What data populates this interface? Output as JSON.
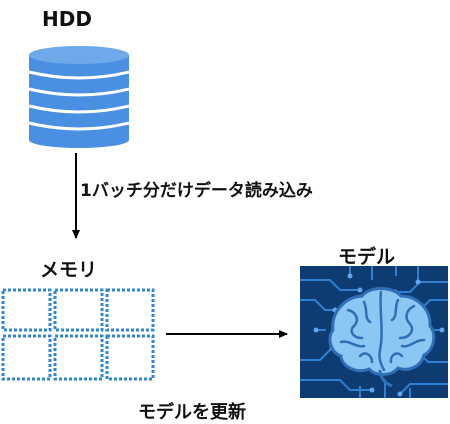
{
  "storage": {
    "label": "HDD",
    "icon": "database-icon"
  },
  "load_step": {
    "label": "1バッチ分だけデータ読み込み"
  },
  "memory": {
    "label": "メモリ",
    "icon": "memory-grid-icon",
    "cells": 6
  },
  "model": {
    "label": "モデル",
    "icon": "brain-circuit-icon"
  },
  "update_step": {
    "label": "モデルを更新"
  },
  "colors": {
    "disk_blue": "#4a90e2",
    "memory_blue": "#2f86d6",
    "board_dark": "#0d3b72",
    "board_trace": "#2f7fd3",
    "brain_light": "#8cc6f2",
    "brain_line": "#2f6fb8",
    "arrow": "#000000"
  }
}
